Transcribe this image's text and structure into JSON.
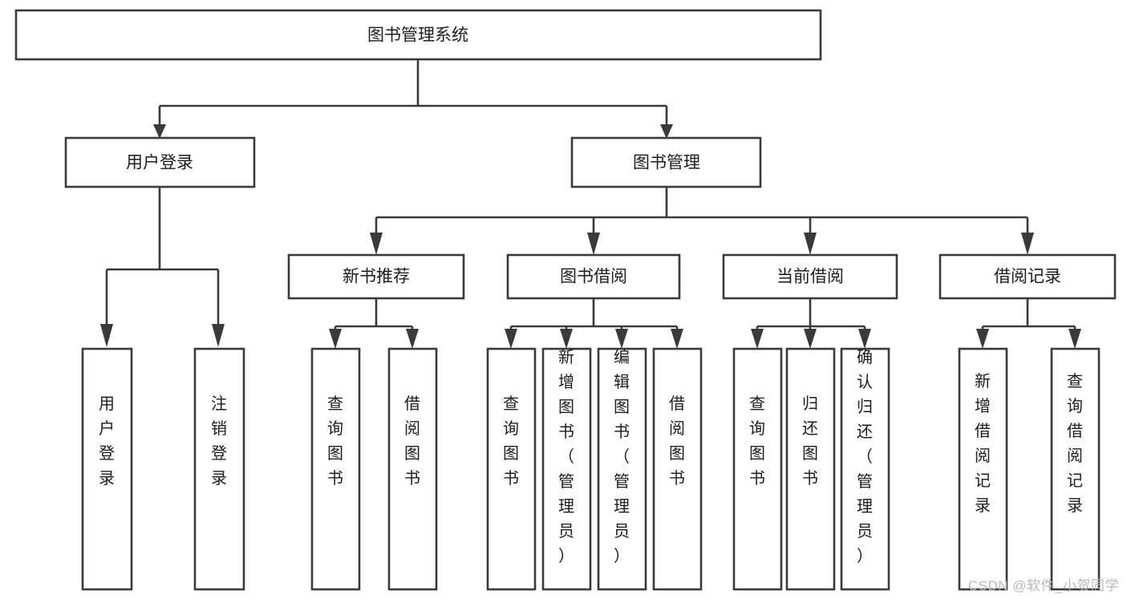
{
  "diagram": {
    "type": "tree-hierarchy",
    "title": "图书管理系统",
    "watermark": "CSDN @软件_小贺同学",
    "colors": {
      "background": "#ffffff",
      "box_fill": "#ffffff",
      "box_stroke": "#3a3a3a",
      "text": "#1c1c1c",
      "watermark": "#b9b9b9"
    },
    "levels": {
      "root": {
        "label": "图书管理系统"
      },
      "level2": [
        {
          "label": "用户登录"
        },
        {
          "label": "图书管理"
        }
      ],
      "level3": [
        {
          "label": "新书推荐"
        },
        {
          "label": "图书借阅"
        },
        {
          "label": "当前借阅"
        },
        {
          "label": "借阅记录"
        }
      ]
    },
    "leaves": {
      "user_login": [
        {
          "label": "用户登录"
        },
        {
          "label": "注销登录"
        }
      ],
      "new_book_recommend": [
        {
          "label": "查询图书"
        },
        {
          "label": "借阅图书"
        }
      ],
      "book_borrow": [
        {
          "label": "查询图书"
        },
        {
          "label": "新增图书（管理员）"
        },
        {
          "label": "编辑图书（管理员）"
        },
        {
          "label": "借阅图书"
        }
      ],
      "current_borrow": [
        {
          "label": "查询图书"
        },
        {
          "label": "归还图书"
        },
        {
          "label": "确认归还（管理员）"
        }
      ],
      "borrow_record": [
        {
          "label": "新增借阅记录"
        },
        {
          "label": "查询借阅记录"
        }
      ]
    }
  }
}
